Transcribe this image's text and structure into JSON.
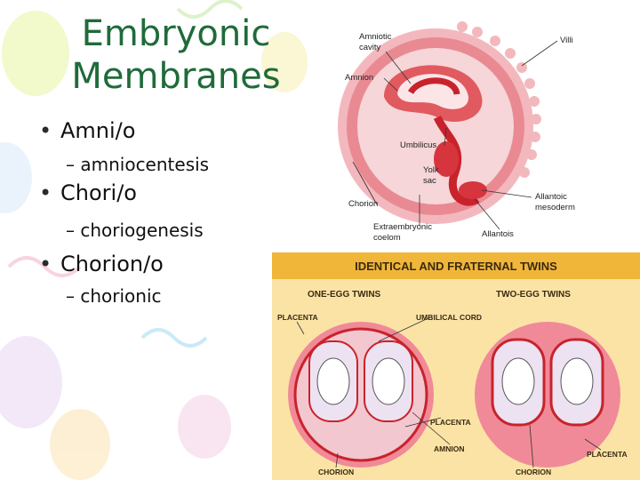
{
  "slide": {
    "title_line1": "Embryonic",
    "title_line2": "Membranes",
    "bullets": [
      {
        "text": "Amni/o",
        "sub": "– amniocentesis"
      },
      {
        "text": "Chori/o",
        "sub": "– choriogenesis"
      },
      {
        "text": "Chorion/o",
        "sub": "– chorionic"
      }
    ]
  },
  "figure_top": {
    "labels": {
      "amniotic_cavity_1": "Amniotic",
      "amniotic_cavity_2": "cavity",
      "villi": "Villi",
      "amnion": "Amnion",
      "umbilicus": "Umbilicus",
      "yolk_sac_1": "Yolk",
      "yolk_sac_2": "sac",
      "allantoic_1": "Allantoic",
      "allantoic_2": "mesoderm",
      "chorion": "Chorion",
      "extraembryonic_1": "Extraembryonic",
      "extraembryonic_2": "coelom",
      "allantois": "Allantois"
    }
  },
  "figure_bottom": {
    "title": "IDENTICAL AND FRATERNAL TWINS",
    "one_egg": "ONE-EGG TWINS",
    "two_egg": "TWO-EGG TWINS",
    "placenta_left": "PLACENTA",
    "umbilical_cord": "UMBILICAL CORD",
    "placenta_mid": "PLACENTA",
    "amnion": "AMNION",
    "placenta_right": "PLACENTA",
    "chorion_left": "CHORION",
    "chorion_right": "CHORION"
  },
  "colors": {
    "title": "#1f6b3a",
    "banner": "#f0b63a",
    "panel": "#fbe3a6",
    "membrane": "#c8232c",
    "tissue": "#e7a1b3"
  }
}
